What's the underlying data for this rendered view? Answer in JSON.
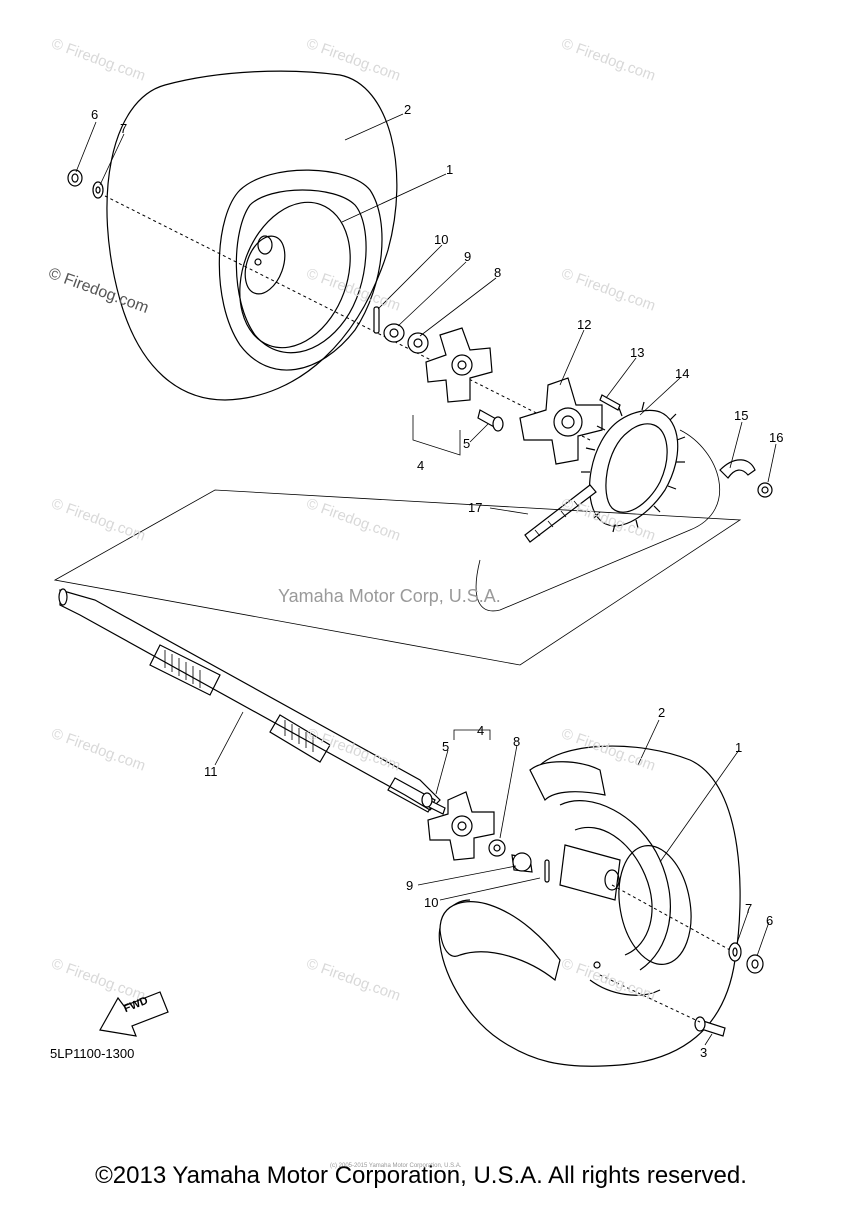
{
  "callouts": {
    "top": [
      {
        "id": "t6",
        "text": "6"
      },
      {
        "id": "t7",
        "text": "7"
      },
      {
        "id": "t2",
        "text": "2"
      },
      {
        "id": "t1",
        "text": "1"
      },
      {
        "id": "t10",
        "text": "10"
      },
      {
        "id": "t9",
        "text": "9"
      },
      {
        "id": "t8",
        "text": "8"
      },
      {
        "id": "t12",
        "text": "12"
      },
      {
        "id": "t13",
        "text": "13"
      },
      {
        "id": "t14",
        "text": "14"
      },
      {
        "id": "t15",
        "text": "15"
      },
      {
        "id": "t16",
        "text": "16"
      },
      {
        "id": "t5",
        "text": "5"
      },
      {
        "id": "t4",
        "text": "4"
      },
      {
        "id": "t17",
        "text": "17"
      }
    ],
    "bottom": [
      {
        "id": "b11",
        "text": "11"
      },
      {
        "id": "b4",
        "text": "4"
      },
      {
        "id": "b5",
        "text": "5"
      },
      {
        "id": "b8",
        "text": "8"
      },
      {
        "id": "b2",
        "text": "2"
      },
      {
        "id": "b1",
        "text": "1"
      },
      {
        "id": "b9",
        "text": "9"
      },
      {
        "id": "b10",
        "text": "10"
      },
      {
        "id": "b7",
        "text": "7"
      },
      {
        "id": "b6",
        "text": "6"
      },
      {
        "id": "b3",
        "text": "3"
      }
    ]
  },
  "watermarks": {
    "firedog": "© Firedog.com",
    "center": "Yamaha Motor Corp, U.S.A."
  },
  "fwd_label": "FWD",
  "diagram_code": "5LP1100-1300",
  "tiny_notice": "(c) 2005-2015 Yamaha Motor Corporation, U.S.A.",
  "copyright": "©2013 Yamaha Motor Corporation, U.S.A. All rights reserved."
}
